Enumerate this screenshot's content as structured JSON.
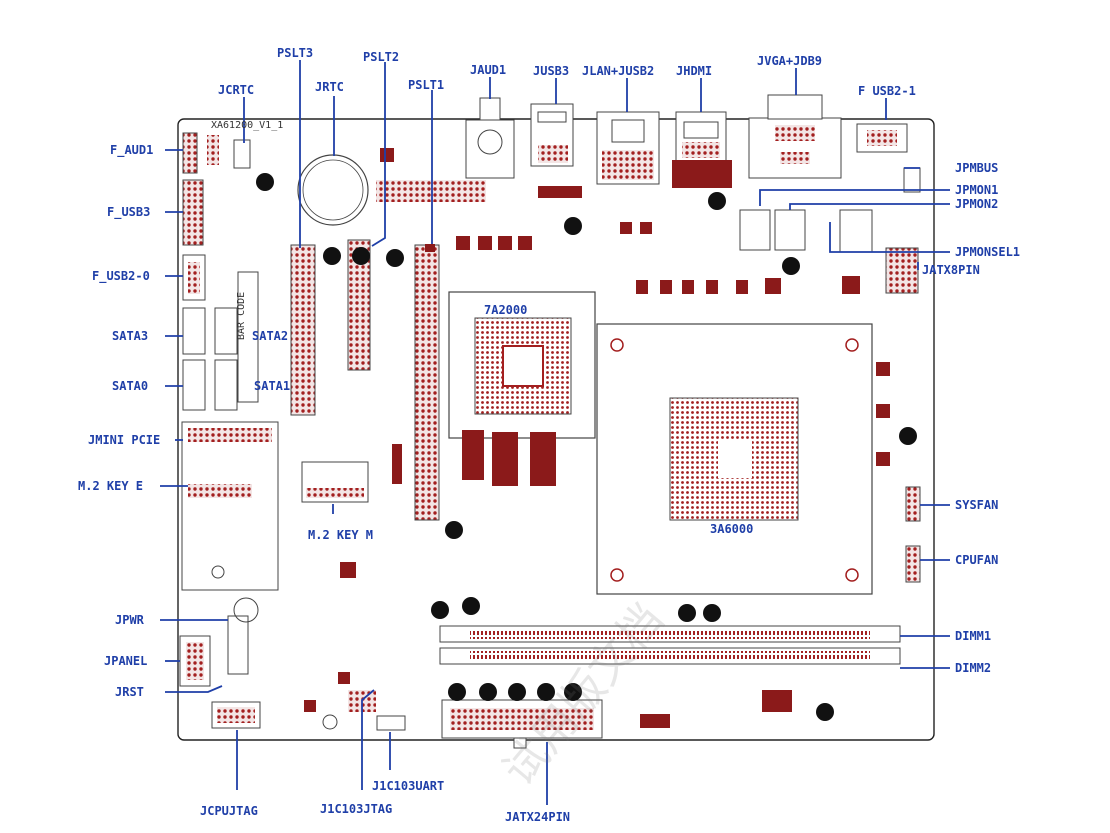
{
  "board": {
    "version": "XA61200_V1_1",
    "bar_code": "BAR CODE",
    "watermark": "试用版文档"
  },
  "chips": {
    "bridge": "7A2000",
    "cpu": "3A6000"
  },
  "labels": {
    "pslt3": "PSLT3",
    "pslt2": "PSLT2",
    "pslt1": "PSLT1",
    "jcrtc": "JCRTC",
    "jrtc": "JRTC",
    "jaud1": "JAUD1",
    "jusb3": "JUSB3",
    "jlan_jusb2": "JLAN+JUSB2",
    "jhdmi": "JHDMI",
    "jvga_jdb9": "JVGA+JDB9",
    "f_usb2_1": "F USB2-1",
    "f_aud1": "F_AUD1",
    "f_usb3": "F_USB3",
    "f_usb2_0": "F_USB2-0",
    "sata3": "SATA3",
    "sata2": "SATA2",
    "sata0": "SATA0",
    "sata1": "SATA1",
    "jmini_pcie": "JMINI PCIE",
    "m2_key_e": "M.2 KEY E",
    "m2_key_m": "M.2 KEY M",
    "jpmbus": "JPMBUS",
    "jpmon1": "JPMON1",
    "jpmon2": "JPMON2",
    "jpmonsel1": "JPMONSEL1",
    "jatx8pin": "JATX8PIN",
    "sysfan": "SYSFAN",
    "cpufan": "CPUFAN",
    "dimm1": "DIMM1",
    "dimm2": "DIMM2",
    "jpwr": "JPWR",
    "jpanel": "JPANEL",
    "jrst": "JRST",
    "jcpujtag": "JCPUJTAG",
    "j1c103jtag": "J1C103JTAG",
    "j1c103uart": "J1C103UART",
    "jatx24pin": "JATX24PIN"
  },
  "colors": {
    "label": "#1f3fa8",
    "leader": "#1f3fa8",
    "component": "#8b1a1a",
    "outline": "#333333"
  }
}
